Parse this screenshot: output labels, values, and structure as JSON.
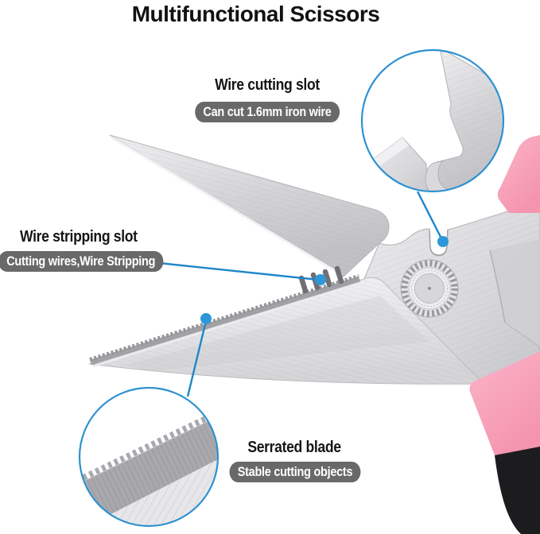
{
  "title": "Multifunctional Scissors",
  "callouts": {
    "wire_cutting": {
      "heading": "Wire cutting slot",
      "pill": "Can cut 1.6mm iron wire"
    },
    "wire_stripping": {
      "heading": "Wire stripping slot",
      "pill": "Cutting wires,Wire Stripping"
    },
    "serrated": {
      "heading": "Serrated blade",
      "pill": "Stable cutting objects"
    }
  },
  "colors": {
    "accent_blue_line": "#1e86c9",
    "accent_blue_dot": "#2d97da",
    "zoom_circle_border": "#2e91d1",
    "pill_background": "#696969",
    "pill_text": "#ffffff",
    "heading_text": "#151515",
    "handle_pink": "#f8a3ba",
    "handle_black": "#1c1c1e",
    "metal_light": "#ededef",
    "metal_mid": "#c9c9cd",
    "serration_gray": "#9a9a9e"
  }
}
